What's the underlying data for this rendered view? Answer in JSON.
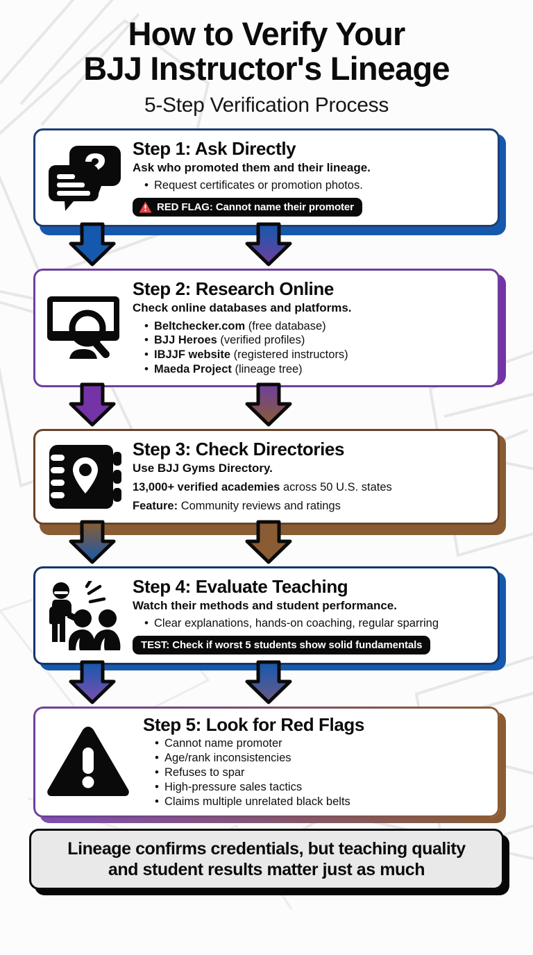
{
  "header": {
    "title_line1": "How to Verify Your",
    "title_line2": "BJJ Instructor's Lineage",
    "subtitle": "5-Step Verification Process"
  },
  "steps": [
    {
      "icon": "speech-bubbles-question-icon",
      "title": "Step 1: Ask Directly",
      "subtitle": "Ask who promoted them and their lineage.",
      "bullets": [
        "Request certificates or promotion photos."
      ],
      "badge": {
        "icon": "warning-triangle-icon",
        "text": "RED FLAG: Cannot name their promoter"
      },
      "border_color": "#1c3f73",
      "shadow_color": "#1559ae"
    },
    {
      "icon": "monitor-search-icon",
      "title": "Step 2: Research Online",
      "subtitle": "Check online databases and platforms.",
      "bullets": [
        {
          "bold": "Beltchecker.com",
          "rest": " (free database)"
        },
        {
          "bold": "BJJ Heroes",
          "rest": " (verified profiles)"
        },
        {
          "bold": "IBJJF website",
          "rest": " (registered instructors)"
        },
        {
          "bold": "Maeda Project",
          "rest": " (lineage tree)"
        }
      ],
      "border_color": "#6f3f9e",
      "shadow_color": "#7434a8"
    },
    {
      "icon": "address-book-pin-icon",
      "title": "Step 3: Check Directories",
      "subtitle": "Use BJJ Gyms Directory.",
      "lines": [
        {
          "bold": "13,000+ verified academies",
          "rest": " across 50 U.S. states"
        },
        {
          "bold": "Feature:",
          "rest": " Community reviews and ratings"
        }
      ],
      "border_color": "#6b4327",
      "shadow_color": "#8a5c33"
    },
    {
      "icon": "instructor-students-icon",
      "title": "Step 4: Evaluate Teaching",
      "subtitle": "Watch their methods and student performance.",
      "bullets": [
        "Clear explanations, hands-on coaching, regular sparring"
      ],
      "badge": {
        "icon": "none",
        "text": "TEST: Check if worst 5 students show solid fundamentals"
      },
      "border_color": "#14356b",
      "shadow_color": "#1559ae"
    },
    {
      "icon": "warning-triangle-big-icon",
      "title": "Step 5: Look for Red Flags",
      "bullets": [
        "Cannot name promoter",
        "Age/rank inconsistencies",
        "Refuses to spar",
        "High-pressure sales tactics",
        "Claims multiple unrelated black belts"
      ],
      "border_color": "#6f3f9e",
      "shadow_color": "#7d4fb0"
    }
  ],
  "connectors": [
    {
      "from": "#1559ae",
      "to_left": "#1559ae",
      "to_right": "#6f3f9e"
    },
    {
      "from": "#7434a8",
      "to_left": "#7434a8",
      "to_right": "#8a5c33"
    },
    {
      "from": "#8a5c33",
      "to_left": "#1559ae",
      "to_right": "#8a5c33"
    },
    {
      "from": "#1559ae",
      "to_left": "#6f3f9e",
      "to_right": "#6a5a86"
    }
  ],
  "footer": {
    "line1": "Lineage confirms credentials, but teaching quality",
    "line2": "and student results matter just as much",
    "background": "#e9e9e9",
    "border": "#0a0a0a"
  },
  "colors": {
    "red_flag_red": "#e8424a",
    "badge_black": "#0a0a0a",
    "page_background": "#fcfcfc"
  }
}
